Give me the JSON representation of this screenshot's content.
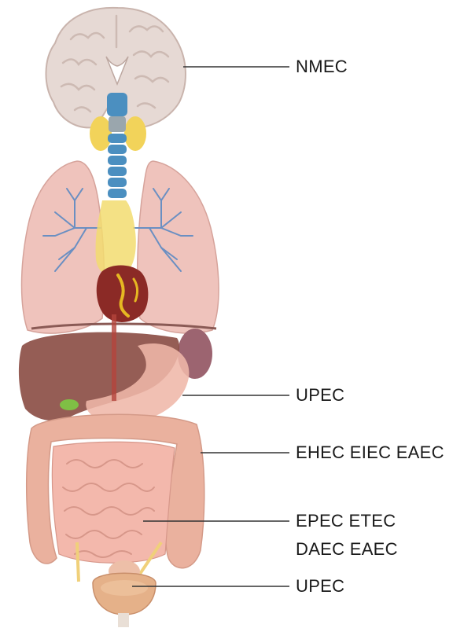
{
  "labels": {
    "brain": "NMEC",
    "kidney": "UPEC",
    "large_intestine": "EHEC EIEC EAEC",
    "small_intestine_line1": "EPEC ETEC",
    "small_intestine_line2": "DAEC EAEC",
    "bladder": "UPEC"
  },
  "colors": {
    "brain": "#e6d9d4",
    "brain_outline": "#c9b4ad",
    "lungs": "#efc3bc",
    "bronchi": "#6a8fc2",
    "trachea": "#4b8fc0",
    "thyroid": "#f2d35a",
    "esophagus": "#f2dc70",
    "heart": "#8b2a26",
    "coronary": "#e6b822",
    "liver": "#8c4f47",
    "stomach": "#efb7a8",
    "spleen": "#9c6470",
    "gallbladder": "#7fbf45",
    "pancreas": "#f0c7a0",
    "large_intestine": "#eab19e",
    "small_intestine": "#f3b8ac",
    "bladder": "#e5b189",
    "ureter": "#f0d07a",
    "leader_line": "#333333",
    "label_text": "#1a1a1a"
  }
}
